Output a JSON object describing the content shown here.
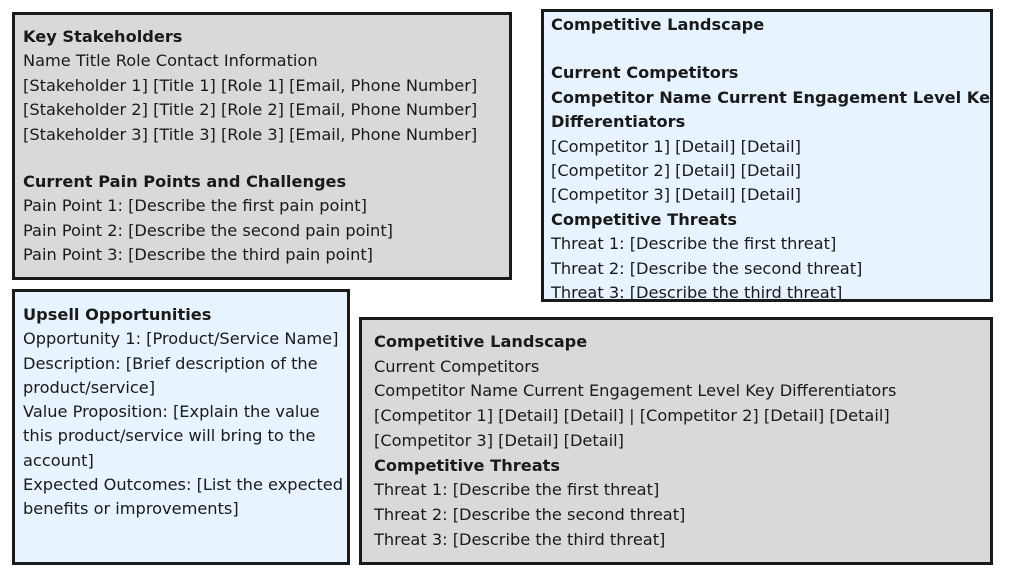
{
  "stakeholders_panel": {
    "title": "Key Stakeholders",
    "table_header": "Name Title Role Contact Information",
    "rows": [
      "[Stakeholder 1] [Title 1] [Role 1] [Email, Phone Number]",
      "[Stakeholder 2] [Title 2] [Role 2] [Email, Phone Number]",
      "[Stakeholder 3] [Title 3] [Role 3] [Email, Phone Number]"
    ],
    "pain_points_title": "Current Pain Points and Challenges",
    "pain_points": [
      "Pain Point 1: [Describe the first pain point]",
      "Pain Point 2: [Describe the second pain point]",
      "Pain Point 3: [Describe the third pain point]"
    ]
  },
  "competitive_top": {
    "title": "Competitive Landscape",
    "current_competitors_title": "Current Competitors",
    "header_line_1": "Competitor Name Current Engagement Level Key",
    "header_line_2": "Differentiators",
    "rows": [
      "[Competitor 1] [Detail] [Detail]",
      "[Competitor 2] [Detail] [Detail]",
      "[Competitor 3] [Detail] [Detail]"
    ],
    "threats_title": "Competitive Threats",
    "threats": [
      "Threat 1: [Describe the first threat]",
      "Threat 2: [Describe the second threat]",
      "Threat 3: [Describe the third threat]"
    ]
  },
  "upsell_panel": {
    "title": "Upsell Opportunities",
    "items": [
      "Opportunity 1: [Product/Service Name]",
      "Description: [Brief description of the product/service]",
      "Value Proposition: [Explain the value this product/service will bring to the account]",
      "Expected Outcomes: [List the expected benefits or improvements]"
    ]
  },
  "competitive_bottom": {
    "title": "Competitive Landscape",
    "current_competitors": "Current Competitors",
    "header": "Competitor Name Current Engagement Level Key Differentiators",
    "row_1": "[Competitor 1] [Detail] [Detail] | [Competitor 2] [Detail] [Detail]",
    "row_2": "[Competitor 3] [Detail] [Detail]",
    "threats_title": "Competitive Threats",
    "threats": [
      "Threat 1: [Describe the first threat]",
      "Threat 2: [Describe the second threat]",
      "Threat 3: [Describe the third threat]"
    ]
  }
}
